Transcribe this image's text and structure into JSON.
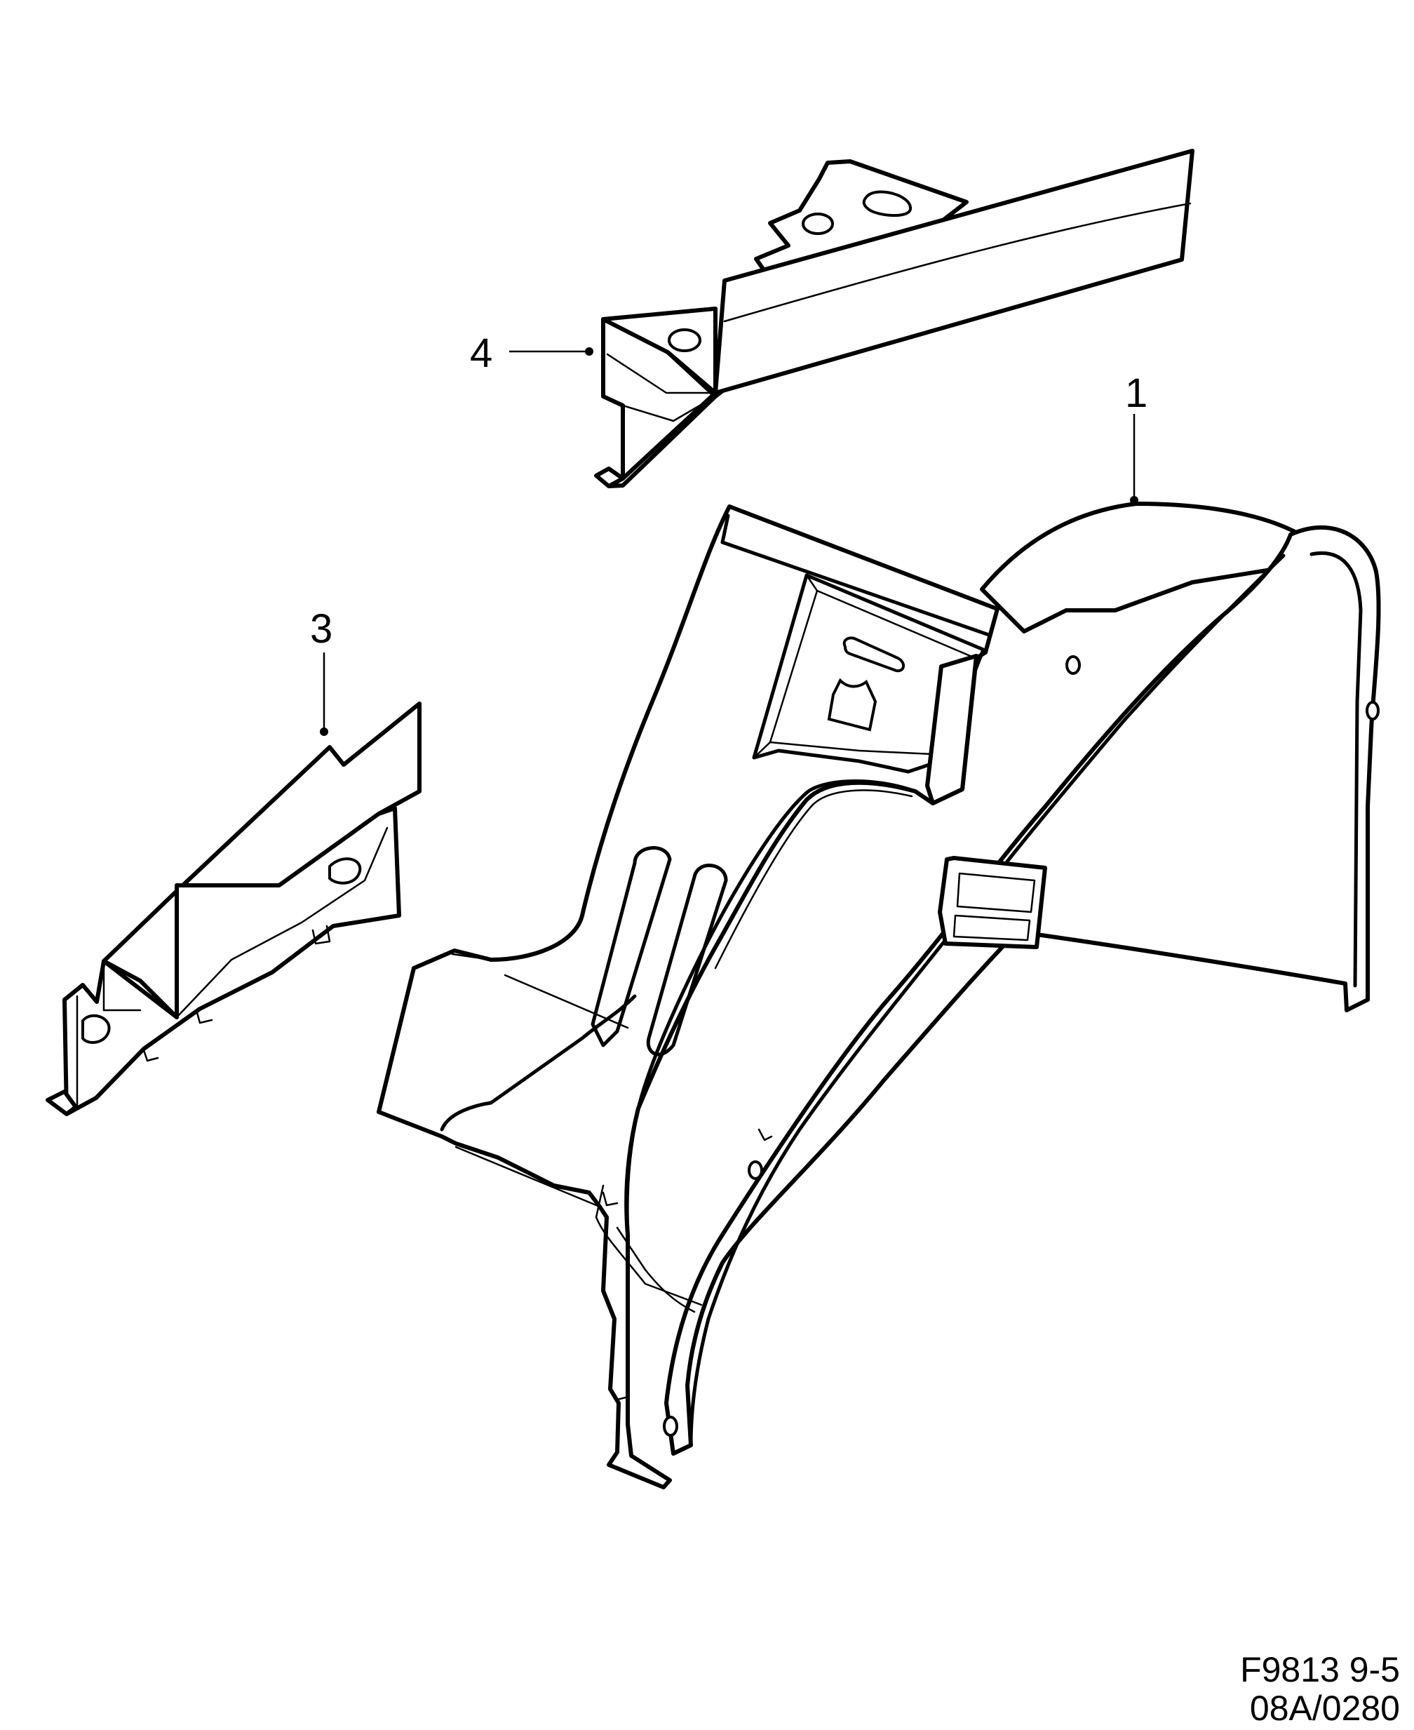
{
  "callouts": {
    "part_1": "1",
    "part_3": "3",
    "part_4": "4"
  },
  "reference": {
    "line1": "F9813 9-5",
    "line2": "08A/0280"
  },
  "colors": {
    "line": "#000000",
    "background": "#ffffff"
  }
}
